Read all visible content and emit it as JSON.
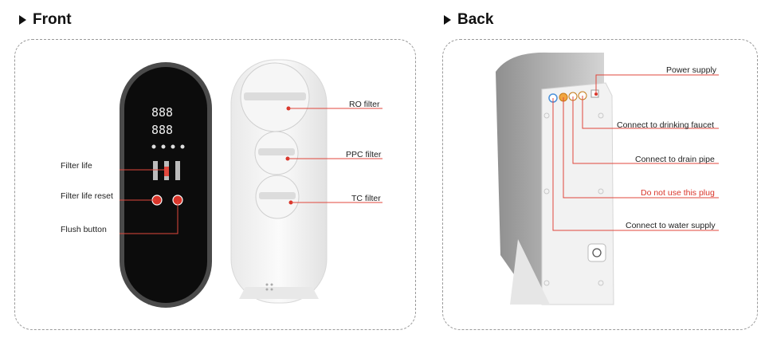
{
  "front": {
    "title": "Front",
    "labels": {
      "filter_life": "Filter life",
      "filter_life_reset": "Filter life reset",
      "flush_button": "Flush button",
      "ro_filter": "RO filter",
      "ppc_filter": "PPC filter",
      "tc_filter": "TC filter"
    }
  },
  "back": {
    "title": "Back",
    "labels": {
      "power_supply": "Power supply",
      "drinking_faucet": "Connect to drinking faucet",
      "drain_pipe": "Connect to drain pipe",
      "do_not_use": "Do not use this plug",
      "water_supply": "Connect to water supply"
    }
  },
  "colors": {
    "callout_line": "#e0473c",
    "warning_text": "#d9352a",
    "panel_border": "#9a9a9a"
  }
}
